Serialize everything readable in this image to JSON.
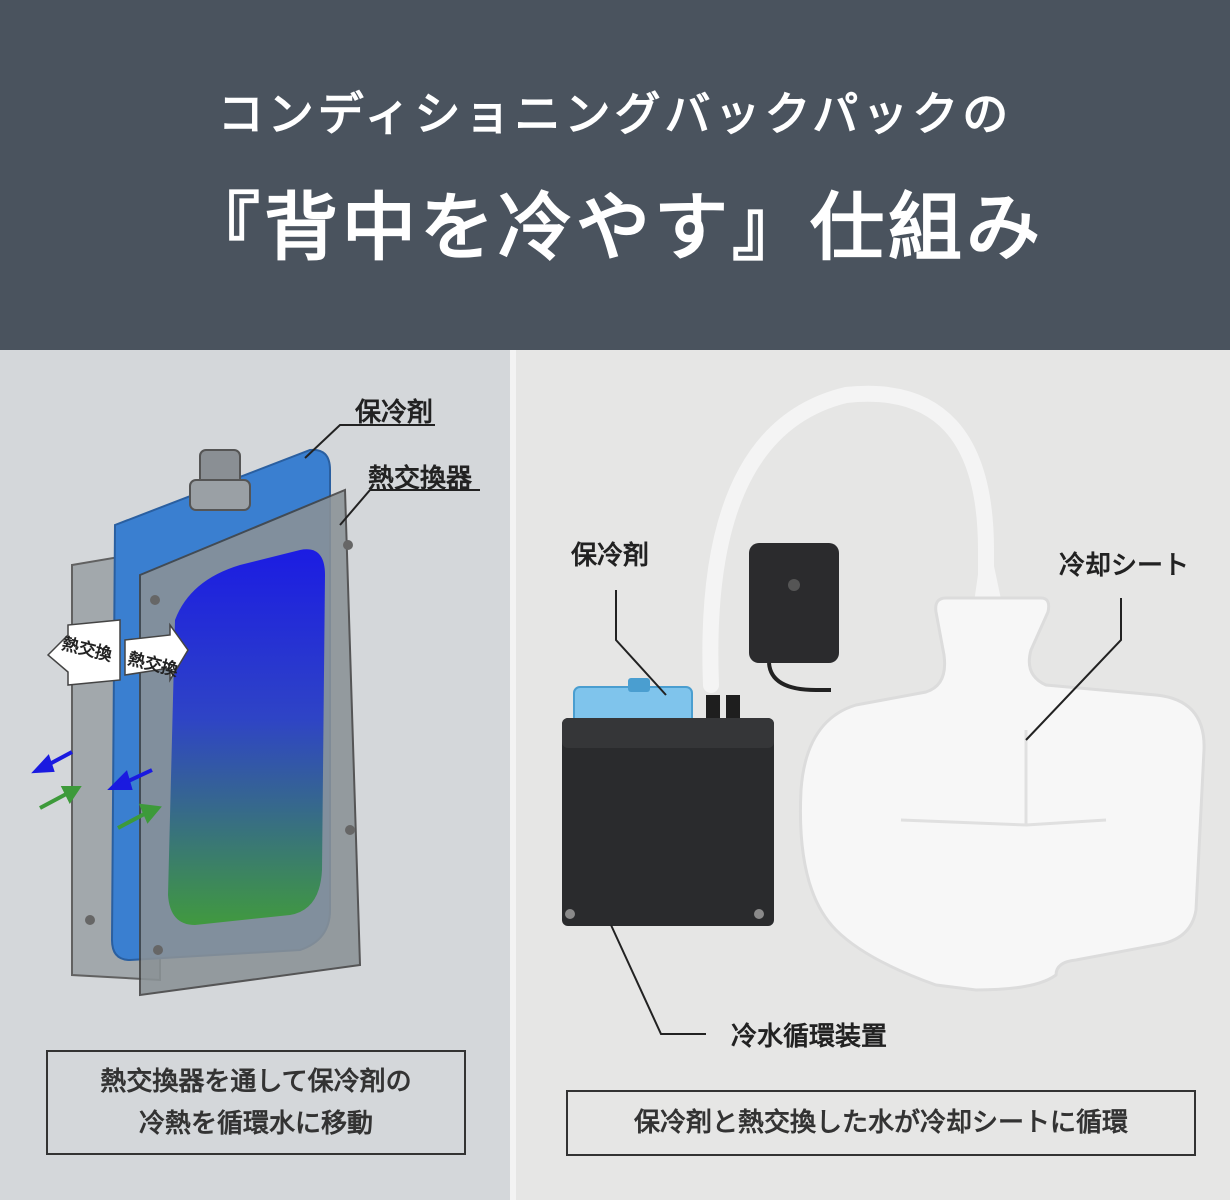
{
  "header": {
    "subtitle": "コンディショニングバックパックの",
    "title": "『背中を冷やす』仕組み"
  },
  "left": {
    "label_coolant": "保冷剤",
    "label_heat_exchanger": "熱交換器",
    "arrow_label_1": "熱交換",
    "arrow_label_2": "熱交換",
    "caption_line1": "熱交換器を通して保冷剤の",
    "caption_line2": "冷熱を循環水に移動"
  },
  "right": {
    "label_coolant": "保冷剤",
    "label_cooling_sheet": "冷却シート",
    "label_circulator": "冷水循環装置",
    "caption": "保冷剤と熱交換した水が冷却シートに循環"
  },
  "colors": {
    "header_bg": "#4a535e",
    "left_bg": "#d4d7da",
    "right_bg": "#e6e6e5",
    "coolant_blue": "#3a7fd0",
    "water_blue": "#1a1ae0",
    "water_green": "#3d9a3a"
  }
}
